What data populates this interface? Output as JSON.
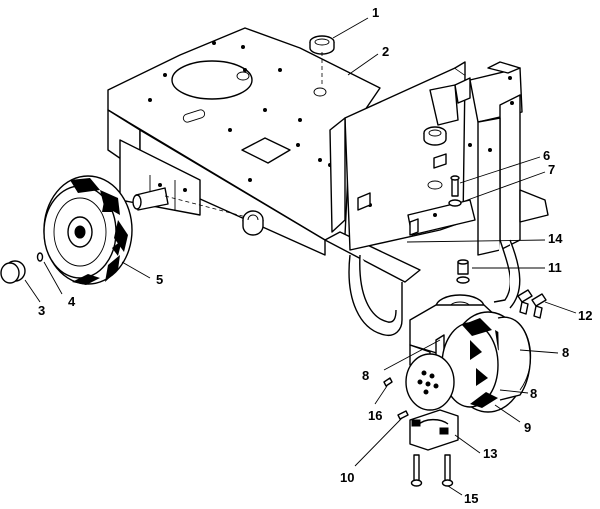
{
  "callouts": {
    "c1": "1",
    "c2": "2",
    "c3": "3",
    "c4": "4",
    "c5": "5",
    "c6": "6",
    "c7": "7",
    "c8a": "8",
    "c8b": "8",
    "c8c": "8",
    "c9": "9",
    "c10": "10",
    "c11": "11",
    "c12": "12",
    "c13": "13",
    "c14": "14",
    "c15": "15",
    "c16": "16"
  }
}
